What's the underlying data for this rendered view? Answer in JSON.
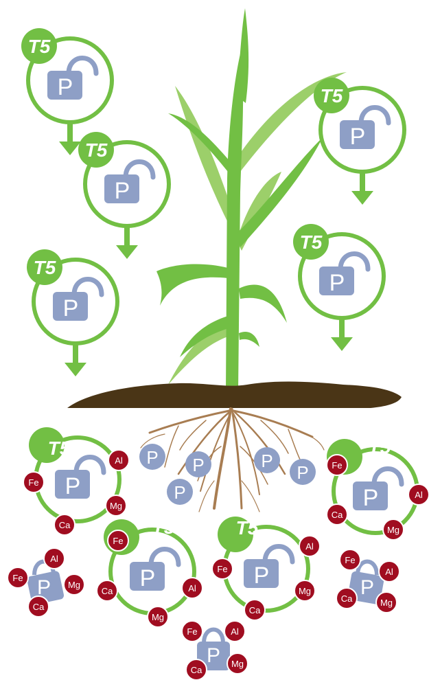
{
  "colors": {
    "green": "#72bf44",
    "leaf_light": "#9ccf6a",
    "lock_blue": "#8e9fc6",
    "ion_red": "#a00d20",
    "soil": "#4a3516",
    "root": "#a87d52"
  },
  "labels": {
    "t5": "T5",
    "p": "P",
    "fe": "Fe",
    "al": "Al",
    "mg": "Mg",
    "ca": "Ca"
  },
  "icons": {
    "free_carrier": "unlocked-phosphorus-in-ring-with-down-arrow",
    "bound_carrier": "unlocked-phosphorus-ring-with-metal-ions",
    "free_p": "phosphorus-circle",
    "locked_p": "phosphorus-lock-bound-by-four-ions"
  }
}
